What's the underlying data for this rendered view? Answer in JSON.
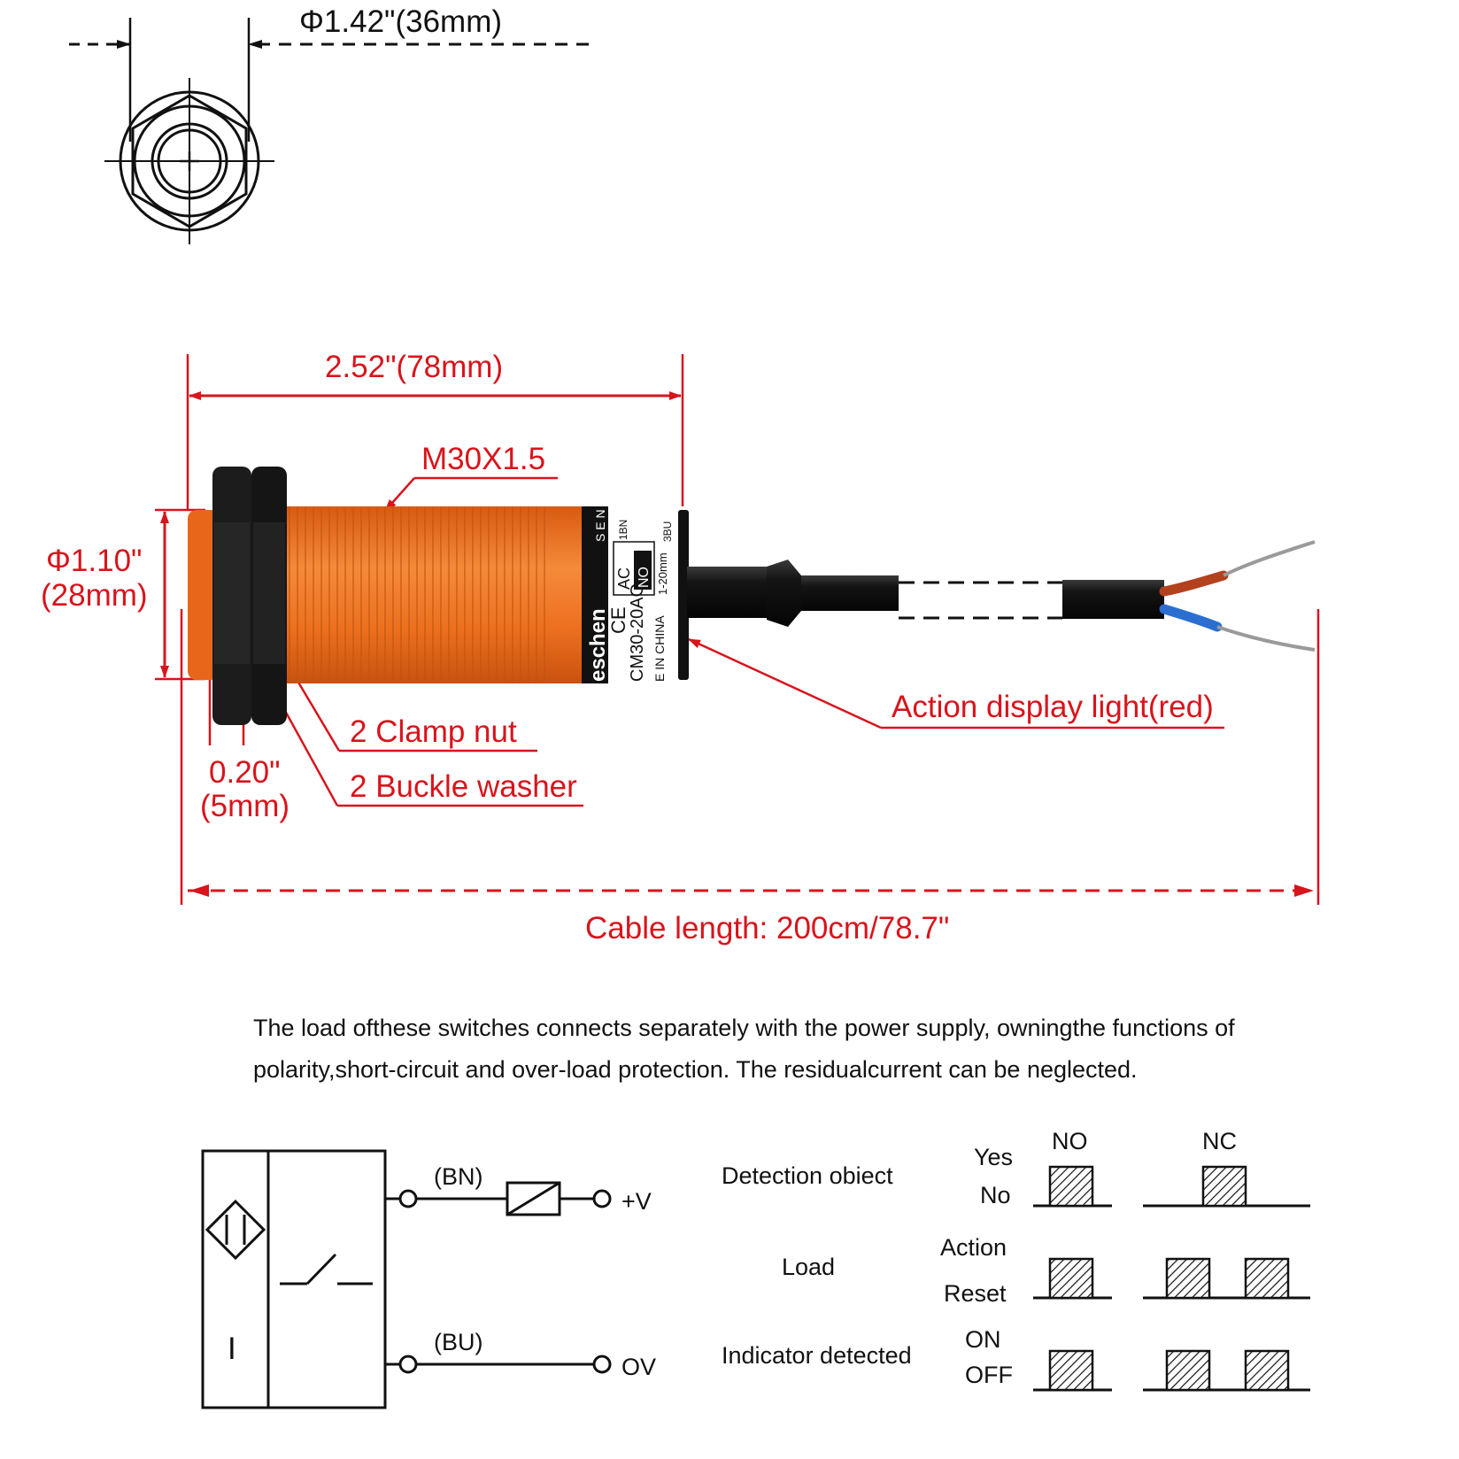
{
  "colors": {
    "dimension": "#d8141c",
    "sensor_body": "#ec6f1e",
    "nut": "#1c1c1c",
    "cable": "#111111",
    "wire_brown": "#b3411d",
    "wire_blue": "#2a6fd0"
  },
  "top_view": {
    "diameter_label": "Φ1.42\"(36mm)"
  },
  "side_view": {
    "length_label": "2.52\"(78mm)",
    "thread_label": "M30X1.5",
    "diameter_label_line1": "Φ1.10\"",
    "diameter_label_line2": "(28mm)",
    "clamp_nut_label": "2 Clamp nut",
    "washer_label": "2 Buckle washer",
    "washer_thickness_line1": "0.20\"",
    "washer_thickness_line2": "(5mm)",
    "indicator_label": "Action display light(red)",
    "cable_length_label": "Cable length: 200cm/78.7\""
  },
  "sensor_print": {
    "brand": "eschen",
    "model": "CM30-20AO",
    "made_in": "E IN CHINA",
    "series": "S E N",
    "ac": "AC",
    "no": "NO",
    "range": "1-20mm",
    "pin1": "1BN",
    "pin3": "3BU"
  },
  "description": {
    "line1": "The load ofthese switches connects separately with the power supply, owningthe functions of",
    "line2": "polarity,short-circuit and over-load protection. The residualcurrent can be neglected."
  },
  "circuit": {
    "sensor_mark": "I",
    "bn_label": "(BN)",
    "bu_label": "(BU)",
    "plus_v_label": "+V",
    "zero_v_label": "OV"
  },
  "timing": {
    "col_no": "NO",
    "col_nc": "NC",
    "rows": [
      {
        "label": "Detection obiect",
        "high": "Yes",
        "low": "No"
      },
      {
        "label": "Load",
        "high": "Action",
        "low": "Reset"
      },
      {
        "label": "Indicator detected",
        "high": "ON",
        "low": "OFF"
      }
    ]
  }
}
